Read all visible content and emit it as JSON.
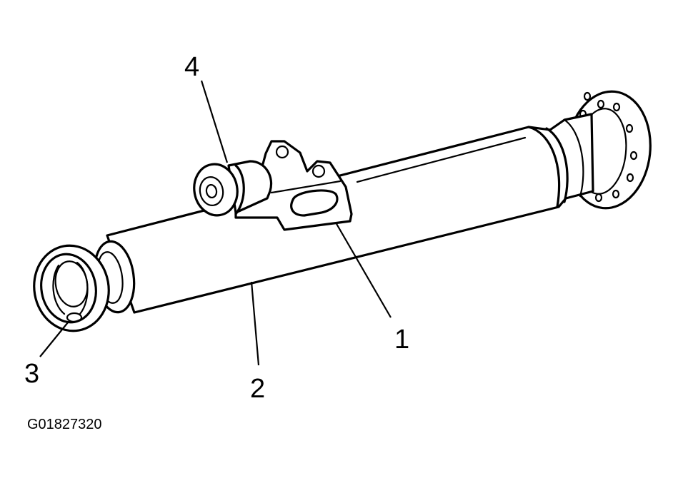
{
  "figure": {
    "id_code": "G01827320",
    "callouts": [
      {
        "number": "1",
        "part": "bracket"
      },
      {
        "number": "2",
        "part": "tube"
      },
      {
        "number": "3",
        "part": "seal-end"
      },
      {
        "number": "4",
        "part": "bushing"
      }
    ]
  }
}
